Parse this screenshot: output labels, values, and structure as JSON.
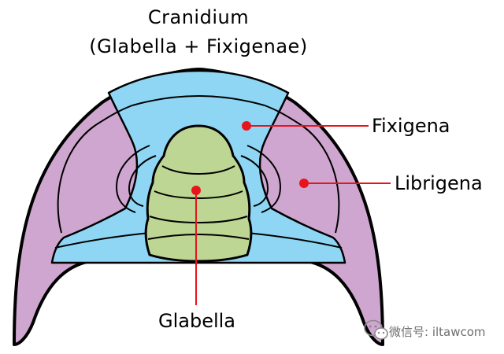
{
  "title": {
    "line1": "Cranidium",
    "line2": "(Glabella + Fixigenae)"
  },
  "labels": {
    "fixigena": "Fixigena",
    "librigena": "Librigena",
    "glabella": "Glabella"
  },
  "watermark": {
    "text": "微信号: iltawcom"
  },
  "colors": {
    "librigena": "#cfa6cf",
    "fixigena": "#8fd6f4",
    "glabella": "#bdd693",
    "pointer": "#e8141b",
    "outline": "#000000"
  },
  "icons": {
    "watermark_logo": "wechat-icon"
  }
}
